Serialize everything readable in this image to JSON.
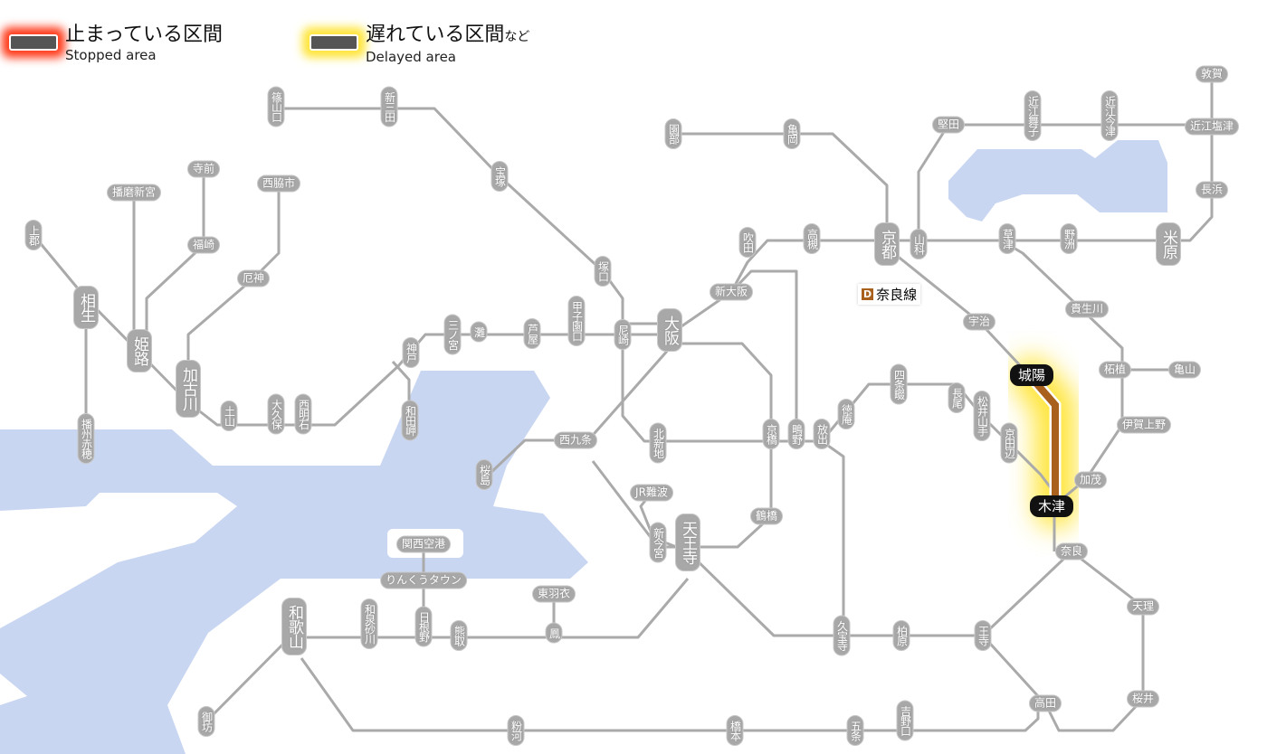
{
  "legend": {
    "stopped": {
      "ja": "止まっている区間",
      "en": "Stopped area",
      "color": "#ff3a1a"
    },
    "delayed": {
      "ja": "遅れている区間",
      "ja_suffix": "など",
      "en": "Delayed area",
      "color": "#ffe53a"
    }
  },
  "line_tag": {
    "code": "D",
    "name": "奈良線",
    "color": "#a8601c"
  },
  "delayed_section": {
    "line": "奈良線",
    "from": "城陽",
    "to": "木津",
    "color": "#a8601c"
  },
  "colors": {
    "track": "#aaaaaa",
    "water": "#c9d6f2",
    "station": "#a8a8a8"
  },
  "stations": [
    "篠山口",
    "新三田",
    "宝塚",
    "塚口",
    "尼崎",
    "大阪",
    "新大阪",
    "吹田",
    "高槻",
    "京都",
    "山科",
    "園部",
    "亀岡",
    "堅田",
    "近江舞子",
    "近江今津",
    "近江塩津",
    "敦賀",
    "長浜",
    "米原",
    "野洲",
    "草津",
    "貴生川",
    "柘植",
    "亀山",
    "伊賀上野",
    "加茂",
    "木津",
    "城陽",
    "宇治",
    "京田辺",
    "松井山手",
    "長尾",
    "四条畷",
    "徳庵",
    "放出",
    "鴫野",
    "京橋",
    "北新地",
    "西九条",
    "桜島",
    "JR難波",
    "新今宮",
    "天王寺",
    "鶴橋",
    "奈良",
    "天理",
    "桜井",
    "高田",
    "王寺",
    "柏原",
    "久宝寺",
    "吉野口",
    "五条",
    "橋本",
    "粉河",
    "和歌山",
    "御坊",
    "和泉砂川",
    "日根野",
    "熊取",
    "鳳",
    "東羽衣",
    "りんくうタウン",
    "関西空港",
    "神戸",
    "和田岬",
    "三ノ宮",
    "灘",
    "芦屋",
    "甲子園口",
    "西明石",
    "大久保",
    "土山",
    "加古川",
    "姫路",
    "相生",
    "上郡",
    "播州赤穂",
    "播磨新宮",
    "寺前",
    "福崎",
    "西脇市",
    "厄神"
  ]
}
